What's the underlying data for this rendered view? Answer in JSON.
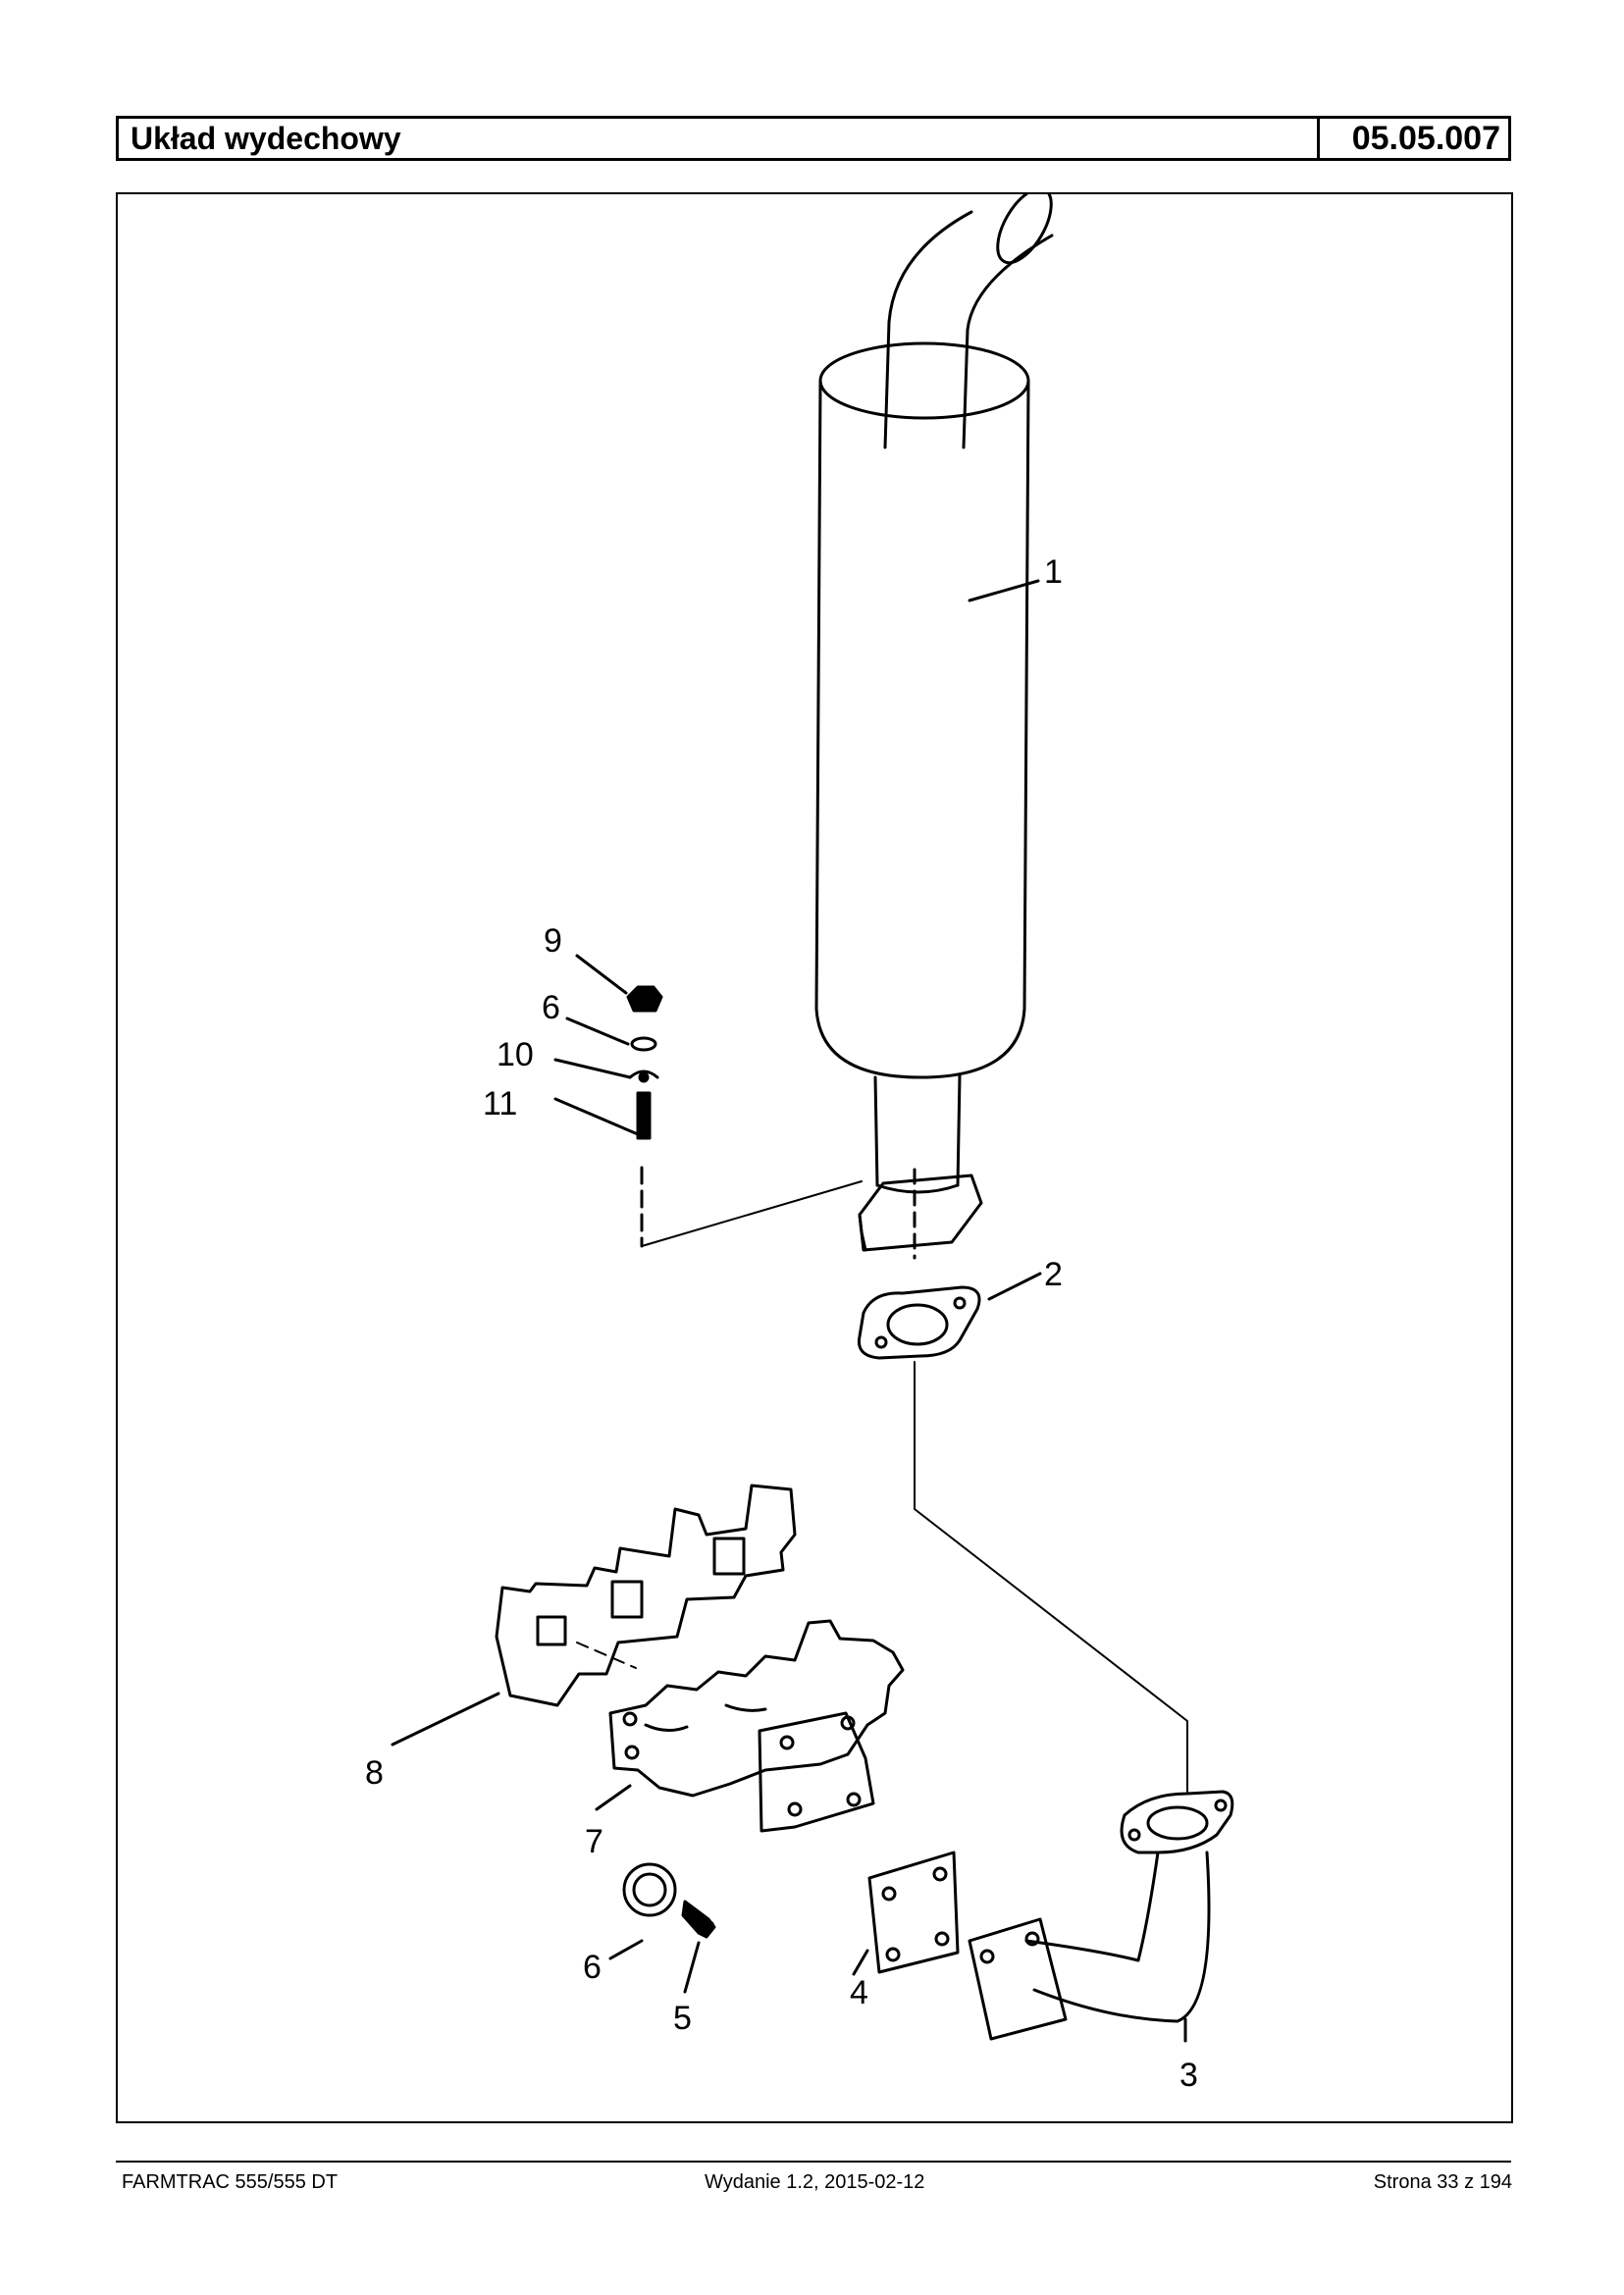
{
  "header": {
    "title": "Układ wydechowy",
    "code": "05.05.007"
  },
  "diagram": {
    "callouts": {
      "c1": "1",
      "c2": "2",
      "c3": "3",
      "c4": "4",
      "c5": "5",
      "c6a": "6",
      "c6b": "6",
      "c7": "7",
      "c8": "8",
      "c9": "9",
      "c10": "10",
      "c11": "11"
    }
  },
  "footer": {
    "model": "FARMTRAC 555/555 DT",
    "edition": "Wydanie 1.2,  2015-02-12",
    "page": "Strona 33 z 194"
  }
}
